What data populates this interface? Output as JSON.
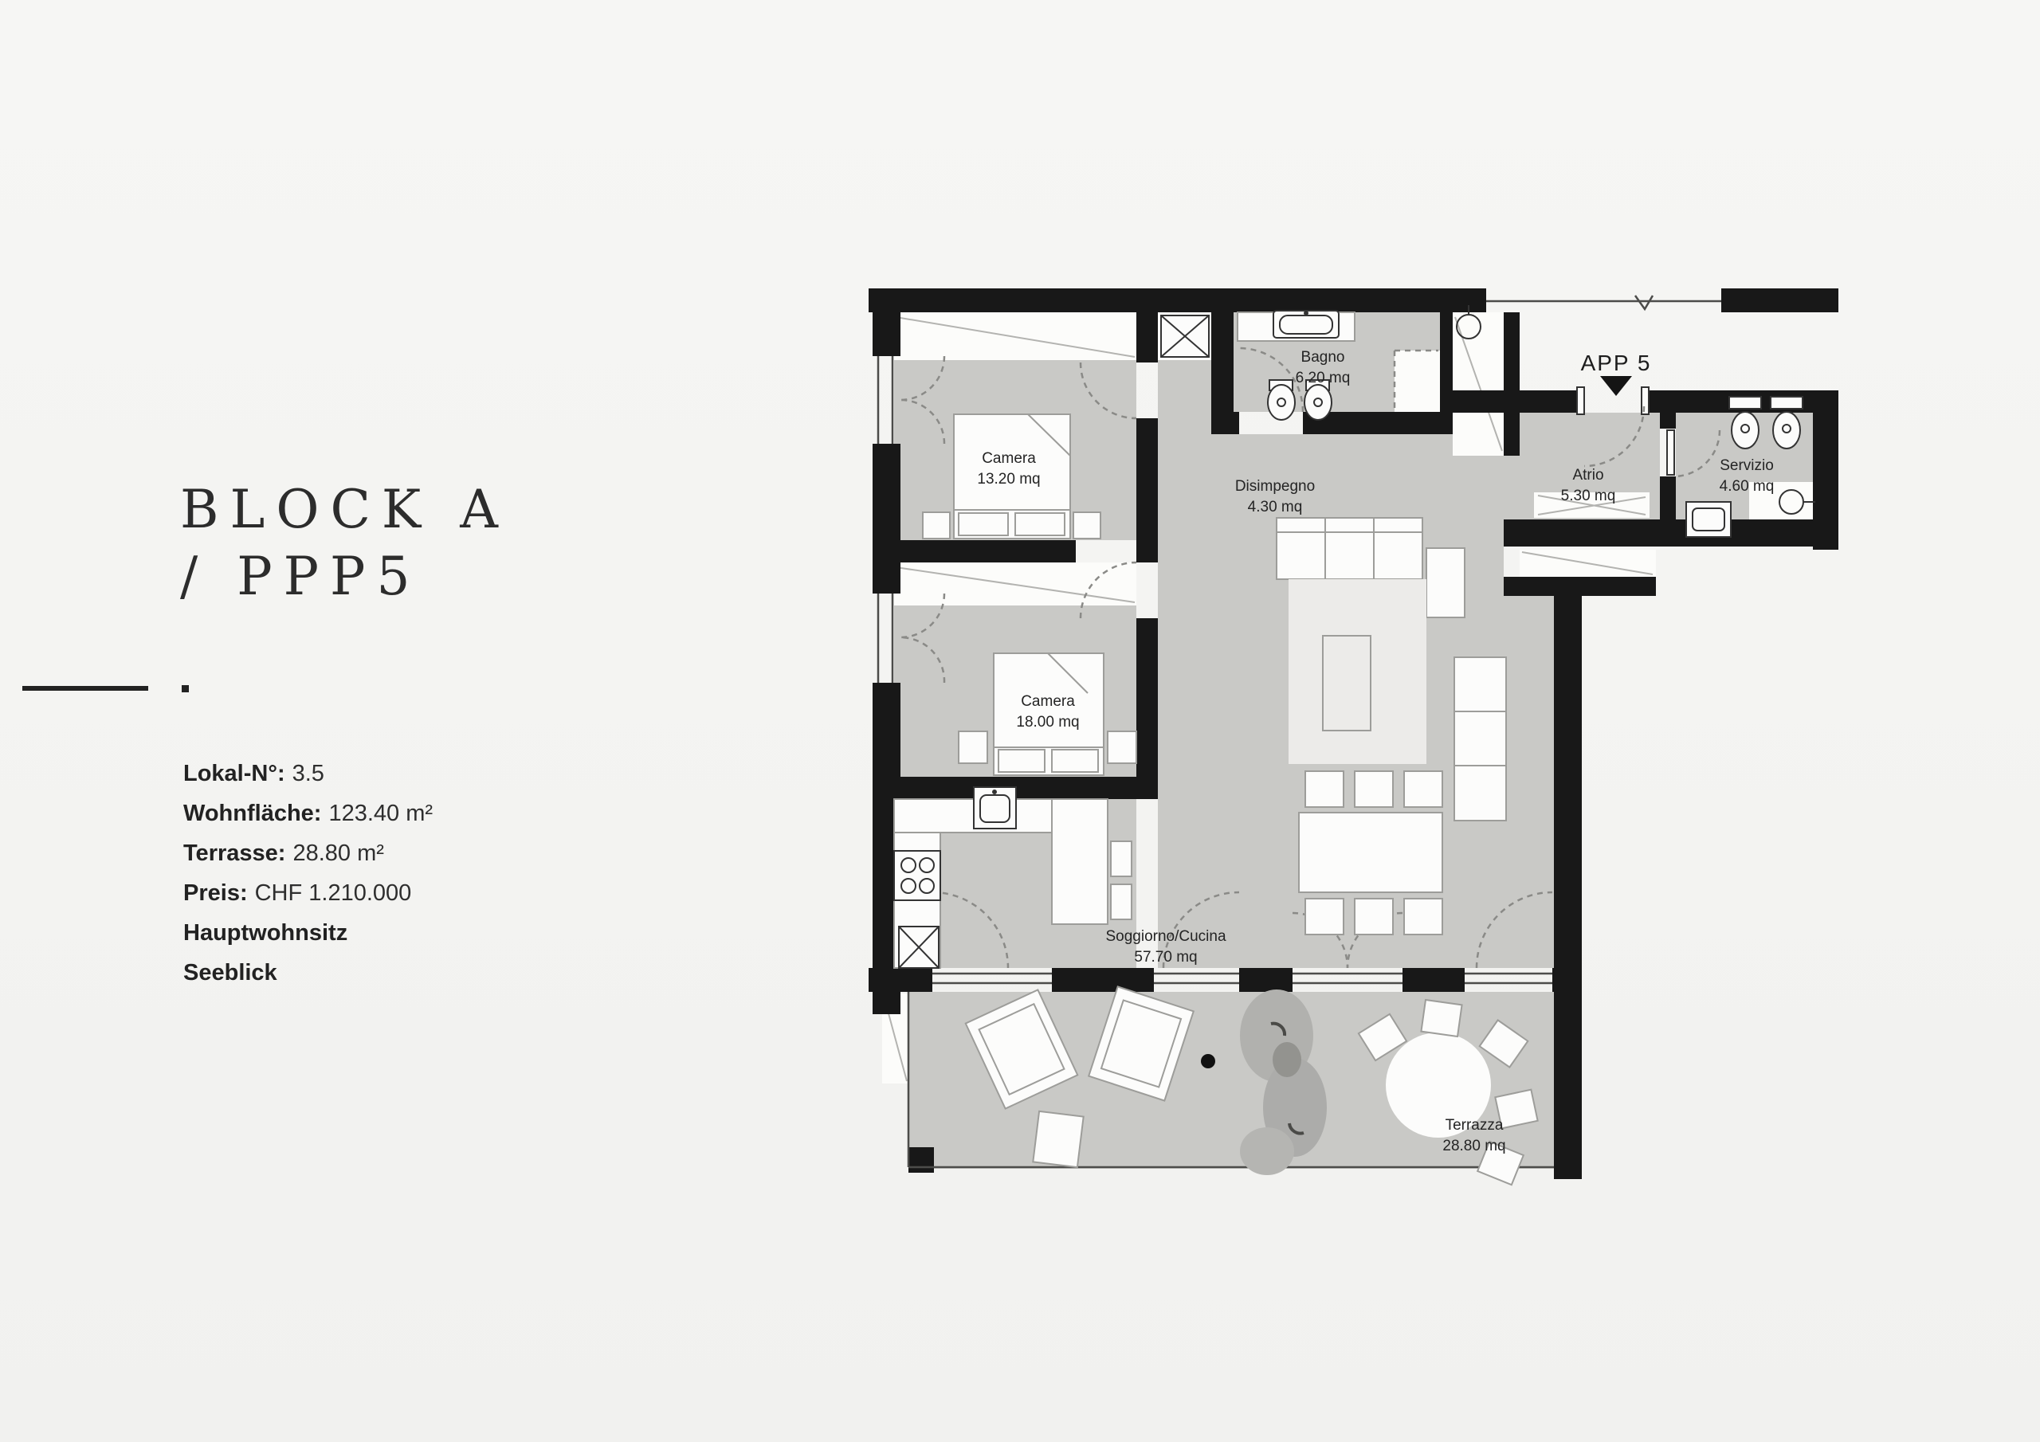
{
  "panel": {
    "title_line1": "BLOCK A",
    "title_line2": "/ PPP5",
    "details": [
      {
        "label": "Lokal-N°:",
        "value": "3.5"
      },
      {
        "label": "Wohnfläche:",
        "value": "123.40 m²"
      },
      {
        "label": "Terrasse:",
        "value": "28.80 m²"
      },
      {
        "label": "Preis:",
        "value": "CHF 1.210.000"
      },
      {
        "label": "Hauptwohnsitz",
        "value": ""
      },
      {
        "label": "Seeblick",
        "value": ""
      }
    ]
  },
  "plan": {
    "entrance_label": "APP 5",
    "rooms": [
      {
        "id": "camera1",
        "name": "Camera",
        "area": "13.20 mq"
      },
      {
        "id": "disimpegno",
        "name": "Disimpegno",
        "area": "4.30 mq"
      },
      {
        "id": "bagno",
        "name": "Bagno",
        "area": "6.20 mq"
      },
      {
        "id": "atrio",
        "name": "Atrio",
        "area": "5.30 mq"
      },
      {
        "id": "servizio",
        "name": "Servizio",
        "area": "4.60 mq"
      },
      {
        "id": "camera2",
        "name": "Camera",
        "area": "18.00 mq"
      },
      {
        "id": "soggiorno",
        "name": "Soggiorno/Cucina",
        "area": "57.70 mq"
      },
      {
        "id": "terrazza",
        "name": "Terrazza",
        "area": "28.80 mq"
      }
    ],
    "colors": {
      "wall": "#181818",
      "floor": "#c9c9c6",
      "white": "#fcfcfa",
      "background": "#f4f4f2"
    }
  }
}
